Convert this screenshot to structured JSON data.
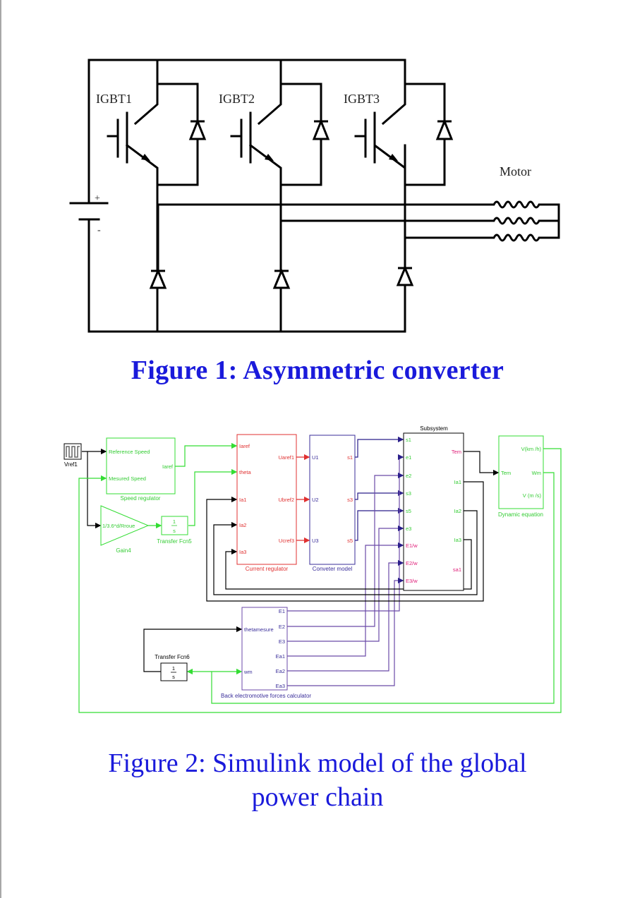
{
  "figure1": {
    "caption": "Figure 1: Asymmetric converter",
    "labels": {
      "igbt1": "IGBT1",
      "igbt2": "IGBT2",
      "igbt3": "IGBT3",
      "motor": "Motor",
      "plus": "+",
      "minus": "-"
    }
  },
  "figure2": {
    "caption_line1": "Figure 2: Simulink model of the global",
    "caption_line2": "power chain",
    "colors": {
      "green": "#33dd33",
      "red": "#e03030",
      "navy": "#3a2e9a",
      "purple": "#6b4aa8",
      "magenta": "#e0207a",
      "black": "#000000"
    },
    "blocks": {
      "vref": {
        "name": "Vref1"
      },
      "speed_regulator": {
        "name": "Speed regulator",
        "inputs": [
          "Reference Speed",
          "Mesured Speed"
        ],
        "outputs": [
          "Iaref"
        ]
      },
      "gain": {
        "name": "Gain4",
        "expr": "1/3.6*d/Rroue"
      },
      "tf5": {
        "name": "Transfer Fcn5",
        "num": "1",
        "den": "s"
      },
      "current_regulator": {
        "name": "Current regulator",
        "inputs": [
          "Iaref",
          "theta",
          "Ia1",
          "Ia2",
          "Ia3"
        ],
        "outputs": [
          "Uaref1",
          "Ubref2",
          "Ucref3"
        ]
      },
      "converter_model": {
        "name": "Conveter model",
        "inputs": [
          "U1",
          "U2",
          "U3"
        ],
        "outputs": [
          "s1",
          "s3",
          "s5"
        ]
      },
      "subsystem": {
        "name": "Subsystem",
        "inputs": [
          "s1",
          "e1",
          "e2",
          "s3",
          "s5",
          "e3",
          "E1/w",
          "E2/w",
          "E3/w"
        ],
        "outputs": [
          "Tem",
          "Ia1",
          "Ia2",
          "Ia3",
          "sa1"
        ]
      },
      "dynamic_equation": {
        "name": "Dynamic equation",
        "inputs": [
          "Tem"
        ],
        "outputs": [
          "V(km /h)",
          "Wm",
          "V (m /s)"
        ]
      },
      "bemf": {
        "name": "Back electromotive forces calculator",
        "inputs": [
          "thetamesure",
          "wm"
        ],
        "outputs": [
          "E1",
          "E2",
          "E3",
          "Ea1",
          "Ea2",
          "Ea3"
        ]
      },
      "tf6": {
        "name": "Transfer Fcn6",
        "num": "1",
        "den": "s"
      }
    }
  }
}
